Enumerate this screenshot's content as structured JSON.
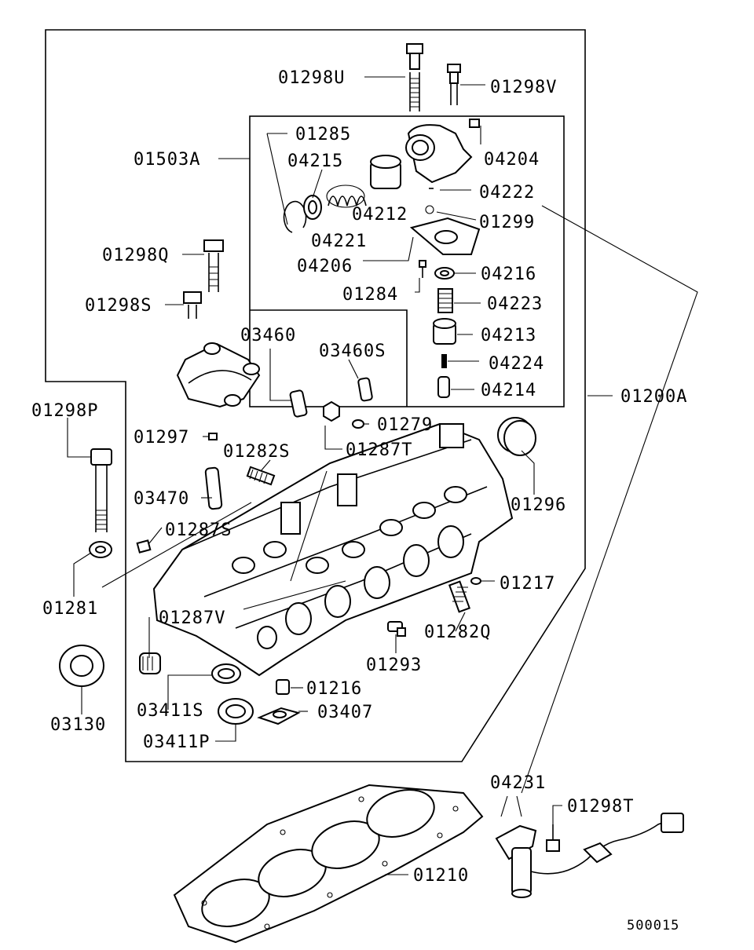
{
  "labels": {
    "p01298U": "01298U",
    "p01298V": "01298V",
    "p01285": "01285",
    "p04204": "04204",
    "p01503A": "01503A",
    "p04215": "04215",
    "p04222": "04222",
    "p04212": "04212",
    "p01299": "01299",
    "p04221": "04221",
    "p01298Q": "01298Q",
    "p04206": "04206",
    "p04216": "04216",
    "p01284": "01284",
    "p01298S": "01298S",
    "p04223": "04223",
    "p03460": "03460",
    "p04213": "04213",
    "p03460S": "03460S",
    "p04224": "04224",
    "p04214": "04214",
    "p01200A": "01200A",
    "p01298P": "01298P",
    "p01279": "01279",
    "p01297": "01297",
    "p01287T": "01287T",
    "p01282S": "01282S",
    "p03470": "03470",
    "p01296": "01296",
    "p01287S": "01287S",
    "p01217": "01217",
    "p01281": "01281",
    "p01287V": "01287V",
    "p01282Q": "01282Q",
    "p01293": "01293",
    "p01216": "01216",
    "p03130": "03130",
    "p03411S": "03411S",
    "p03407": "03407",
    "p03411P": "03411P",
    "p04231": "04231",
    "p01298T": "01298T",
    "p01210": "01210"
  },
  "diagram_code": "500015"
}
